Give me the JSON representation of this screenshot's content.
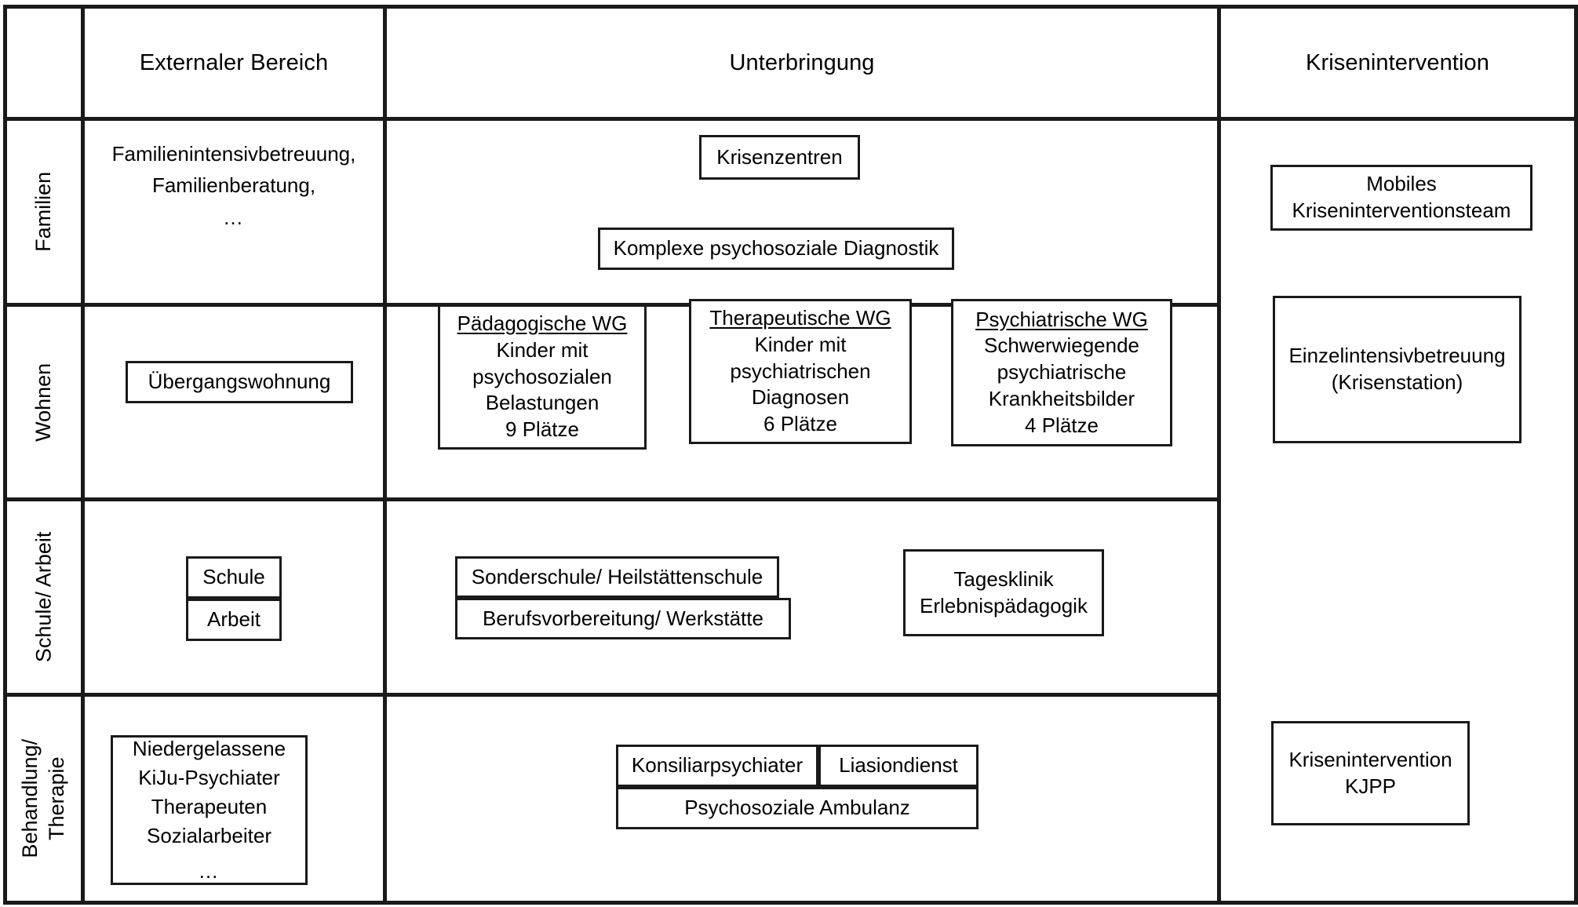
{
  "diagram": {
    "title_row": {
      "columns": [
        {
          "id": "externaler-bereich",
          "label": "Externaler Bereich"
        },
        {
          "id": "unterbringung",
          "label": "Unterbringung"
        },
        {
          "id": "krisenintervention",
          "label": "Krisenintervention"
        }
      ]
    },
    "row_labels": [
      {
        "id": "familien",
        "label": "Familien"
      },
      {
        "id": "wohnen",
        "label": "Wohnen"
      },
      {
        "id": "schule-arbeit",
        "label": "Schule/ Arbeit"
      },
      {
        "id": "behandlung-therapie",
        "line1": "Behandlung/",
        "line2": "Therapie"
      }
    ],
    "familien": {
      "externaler": {
        "line1": "Familienintensivbetreuung,",
        "line2": "Familienberatung,",
        "line3": "…"
      },
      "krisenzentren": "Krisenzentren",
      "komplexe_diagnostik": "Komplexe psychosoziale Diagnostik",
      "mobiles_team": {
        "line1": "Mobiles",
        "line2": "Kriseninterventionsteam"
      }
    },
    "wohnen": {
      "uebergangswohnung": "Übergangswohnung",
      "wg": [
        {
          "id": "paedagogische-wg",
          "title": "Pädagogische WG",
          "lines": [
            "Kinder mit",
            "psychosozialen",
            "Belastungen",
            "9 Plätze"
          ]
        },
        {
          "id": "therapeutische-wg",
          "title": "Therapeutische WG",
          "lines": [
            "Kinder mit",
            "psychiatrischen",
            "Diagnosen",
            "6 Plätze"
          ]
        },
        {
          "id": "psychiatrische-wg",
          "title": "Psychiatrische WG",
          "lines": [
            "Schwerwiegende",
            "psychiatrische",
            "Krankheitsbilder",
            "4 Plätze"
          ]
        }
      ],
      "einzelintensivbetreuung": {
        "line1": "Einzelintensivbetreuung",
        "line2": "(Krisenstation)"
      }
    },
    "schule_arbeit": {
      "schule": "Schule",
      "arbeit": "Arbeit",
      "sonderschule": "Sonderschule/ Heilstättenschule",
      "berufsvorbereitung": "Berufsvorbereitung/ Werkstätte",
      "tagesklinik": {
        "line1": "Tagesklinik",
        "line2": "Erlebnispädagogik"
      }
    },
    "behandlung_therapie": {
      "niedergelassene": {
        "lines": [
          "Niedergelassene",
          "KiJu-Psychiater",
          "Therapeuten",
          "Sozialarbeiter",
          "…"
        ]
      },
      "konsiliarpsychiater": "Konsiliarpsychiater",
      "liasiondienst": "Liasiondienst",
      "psychosoziale_ambulanz": "Psychosoziale Ambulanz",
      "krisenintervention_kjpp": {
        "line1": "Krisenintervention",
        "line2": "KJPP"
      }
    },
    "colors": {
      "line": "#1a1a1a",
      "background": "#ffffff",
      "text": "#000000"
    }
  }
}
